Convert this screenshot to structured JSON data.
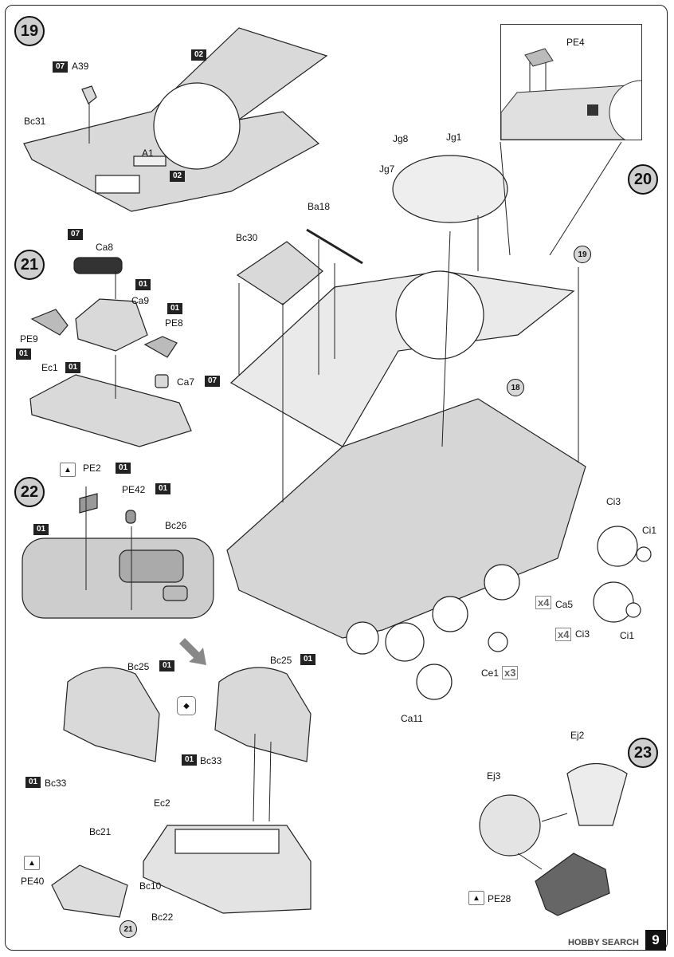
{
  "page_number": "9",
  "watermark": "HOBBY SEARCH",
  "steps": {
    "s19": "19",
    "s20": "20",
    "s21": "21",
    "s22": "22",
    "s23": "23",
    "ref19": "19",
    "ref18": "18",
    "ref21": "21"
  },
  "sprue_tags": {
    "t07a": "07",
    "t02a": "02",
    "t02b": "02",
    "t07b": "07",
    "t01a": "01",
    "t01b": "01",
    "t01c": "01",
    "t01d": "01",
    "t07c": "07",
    "t01e": "01",
    "t01f": "01",
    "t01g": "01",
    "t01h": "01",
    "t01i": "01",
    "t01j": "01",
    "t01k": "01"
  },
  "labels": {
    "A39": "A39",
    "Bc31": "Bc31",
    "A1": "A1",
    "Ca8": "Ca8",
    "Ca9": "Ca9",
    "PE9": "PE9",
    "PE8": "PE8",
    "Ec1": "Ec1",
    "Ca7": "Ca7",
    "PE2": "PE2",
    "PE42": "PE42",
    "Bc26": "Bc26",
    "Bc25a": "Bc25",
    "Bc25b": "Bc25",
    "Bc33a": "Bc33",
    "Bc33b": "Bc33",
    "Ec2": "Ec2",
    "Bc21": "Bc21",
    "PE40": "PE40",
    "Bc10": "Bc10",
    "Bc22": "Bc22",
    "PE4": "PE4",
    "Jg8": "Jg8",
    "Jg1": "Jg1",
    "Jg7": "Jg7",
    "Ba18": "Ba18",
    "Bc30": "Bc30",
    "Ci3a": "Ci3",
    "Ci1a": "Ci1",
    "Ca5": "Ca5",
    "Ci3b": "Ci3",
    "Ci1b": "Ci1",
    "Ce1": "Ce1",
    "Ca11": "Ca11",
    "Ej2": "Ej2",
    "Ej3": "Ej3",
    "PE28": "PE28"
  },
  "multipliers": {
    "ca5": "4",
    "ci3": "4",
    "ce1": "3",
    "x": "x"
  },
  "icons": [
    "etched-part-icon",
    "swap-icon",
    "assembly-arrow-icon",
    "detail-inset-icon"
  ]
}
